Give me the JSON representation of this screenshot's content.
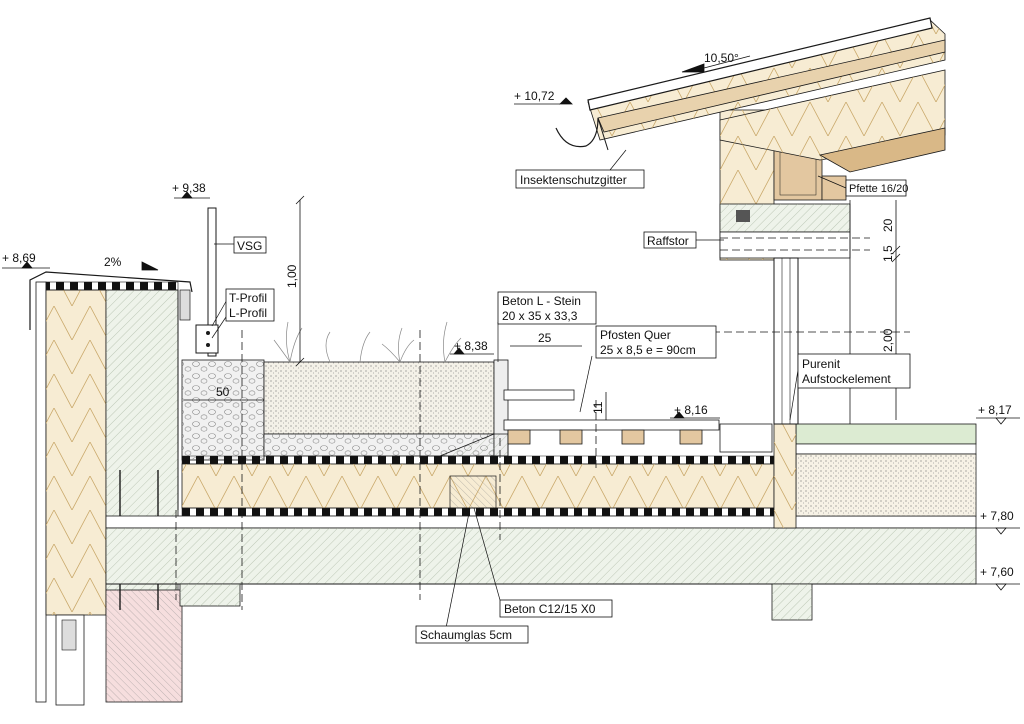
{
  "labels": {
    "lvl_1072": "+ 10,72",
    "lvl_938": "+ 9,38",
    "lvl_869": "+ 8,69",
    "lvl_838": "+ 8,38",
    "lvl_816": "+ 8,16",
    "lvl_817": "+ 8,17",
    "lvl_780": "+ 7,80",
    "lvl_760": "+ 7,60",
    "slope_roof": "10,50°",
    "slope_parapet": "2%",
    "insektenschutz": "Insektenschutzgitter",
    "pfette": "Pfette 16/20",
    "raffstor": "Raffstor",
    "vsg": "VSG",
    "tprofil": "T-Profil",
    "lprofil": "L-Profil",
    "beton_l_1": "Beton L - Stein",
    "beton_l_2": "20 x 35 x 33,3",
    "pfosten_1": "Pfosten Quer",
    "pfosten_2": "25 x 8,5  e = 90cm",
    "purenit_1": "Purenit",
    "purenit_2": "Aufstockelement",
    "beton_c": "Beton C12/15 X0",
    "schaumglas": "Schaumglas 5cm",
    "dim_100": "1,00",
    "dim_50": "50",
    "dim_25": "25",
    "dim_11": "11",
    "dim_20": "20",
    "dim_15": "1,5",
    "dim_200": "2,00"
  },
  "colors": {
    "line": "#1a1a1a",
    "insulation": "#f7ecd3",
    "wood": "#e3c7a0",
    "wood_dark": "#c9a273",
    "concrete": "#eef3ea",
    "substrate": "#f4f1e8",
    "green_roof": "#dcebd2",
    "red_zone": "#f6dede",
    "gravel": "#f1f1f1"
  }
}
